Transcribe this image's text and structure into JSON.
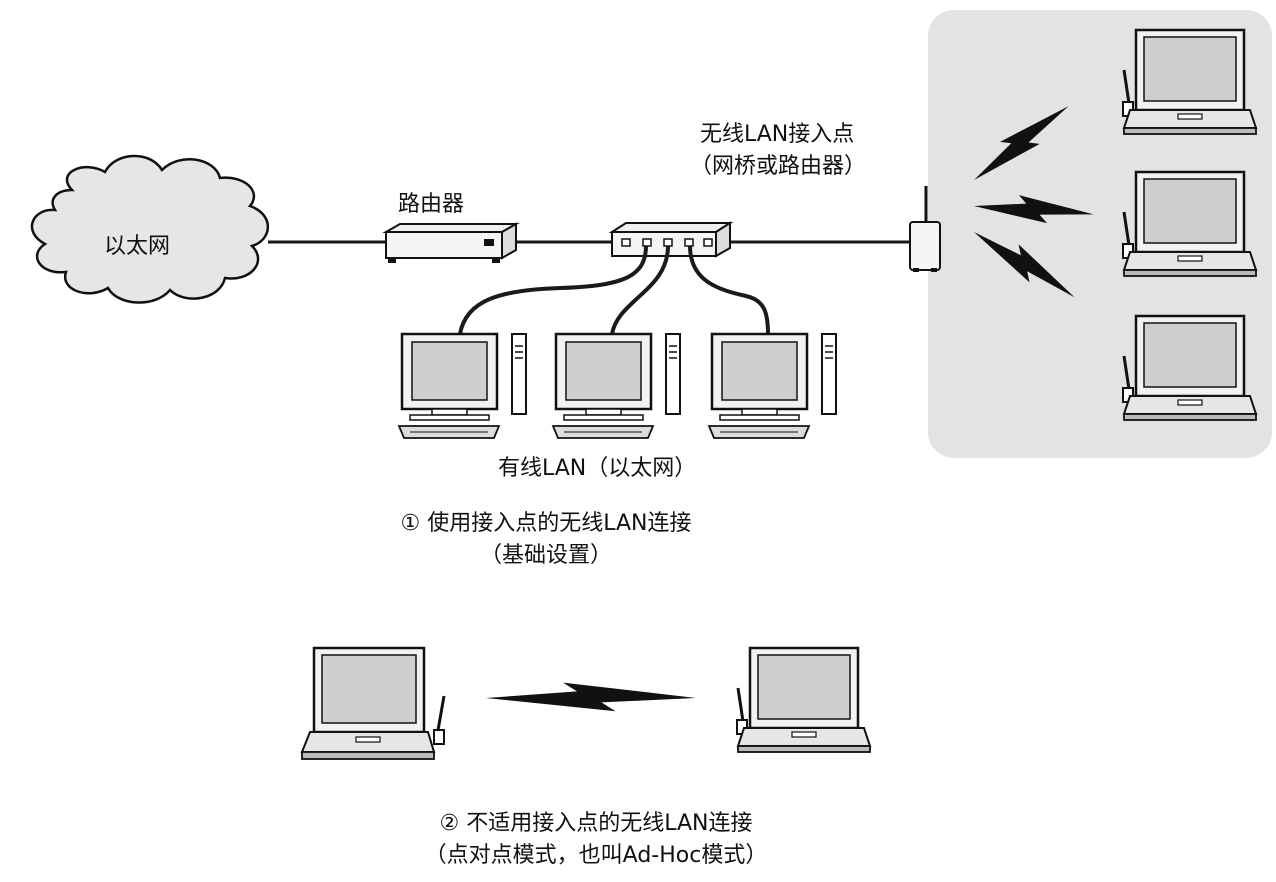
{
  "labels": {
    "ethernet_cloud": "以太网",
    "router": "路由器",
    "access_point_line1": "无线LAN接入点",
    "access_point_line2": "（网桥或路由器）",
    "wired_lan": "有线LAN（以太网）"
  },
  "captions": {
    "infrastructure_line1": "① 使用接入点的无线LAN连接",
    "infrastructure_line2": "（基础设置）",
    "adhoc_line1": "② 不适用接入点的无线LAN连接",
    "adhoc_line2": "（点对点模式，也叫Ad-Hoc模式）"
  },
  "icons": {
    "cloud": "cloud-icon",
    "router": "router-icon",
    "hub": "switching-hub-icon",
    "access_point": "access-point-icon",
    "desktop": "desktop-computer-icon",
    "laptop": "laptop-icon",
    "wireless": "lightning-bolt-icon"
  },
  "colors": {
    "wireless_zone": "#e3e3e3",
    "screen": "#cfcfcf",
    "line": "#1a1a1a"
  }
}
